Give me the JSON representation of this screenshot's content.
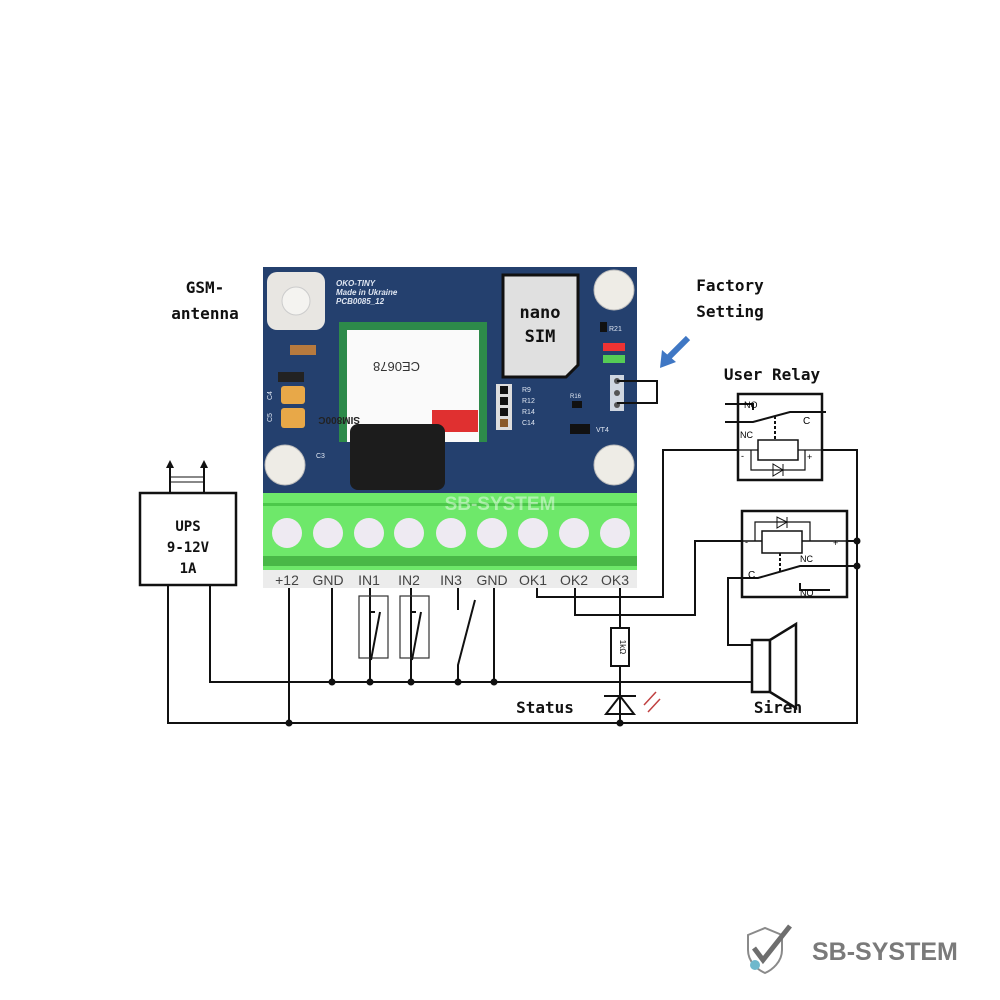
{
  "labels": {
    "antenna_line1": "GSM-",
    "antenna_line2": "antenna",
    "factory_line1": "Factory",
    "factory_line2": "Setting",
    "user_relay": "User Relay",
    "status": "Status",
    "siren": "Siren",
    "ups_line1": "UPS",
    "ups_line2": "9-12V",
    "ups_line3": "1A",
    "resistor": "1kΩ"
  },
  "board": {
    "silk1": "OKO-TINY",
    "silk2": "Made in Ukraine",
    "silk3": "PCB0085_12",
    "sim_line1": "nano",
    "sim_line2": "SIM",
    "module_ce": "CE0678",
    "module_name": "SIM800C",
    "parts": [
      "R9",
      "R12",
      "R14",
      "C14",
      "VT4",
      "R21",
      "R16",
      "C3",
      "C4",
      "C5"
    ],
    "watermark": "SB-SYSTEM",
    "terminals": [
      "+12",
      "GND",
      "IN1",
      "IN2",
      "IN3",
      "GND",
      "OK1",
      "OK2",
      "OK3"
    ]
  },
  "relay": {
    "no": "NO",
    "nc": "NC",
    "c": "C",
    "minus": "-",
    "plus": "+"
  },
  "logo": {
    "text": "SB-SYSTEM"
  },
  "colors": {
    "pcb": "#24406e",
    "terminal": "#6ee86a",
    "logo_gray": "#7a7a7a",
    "logo_dot": "#6fb8cc",
    "arrow": "#3f77c4"
  }
}
